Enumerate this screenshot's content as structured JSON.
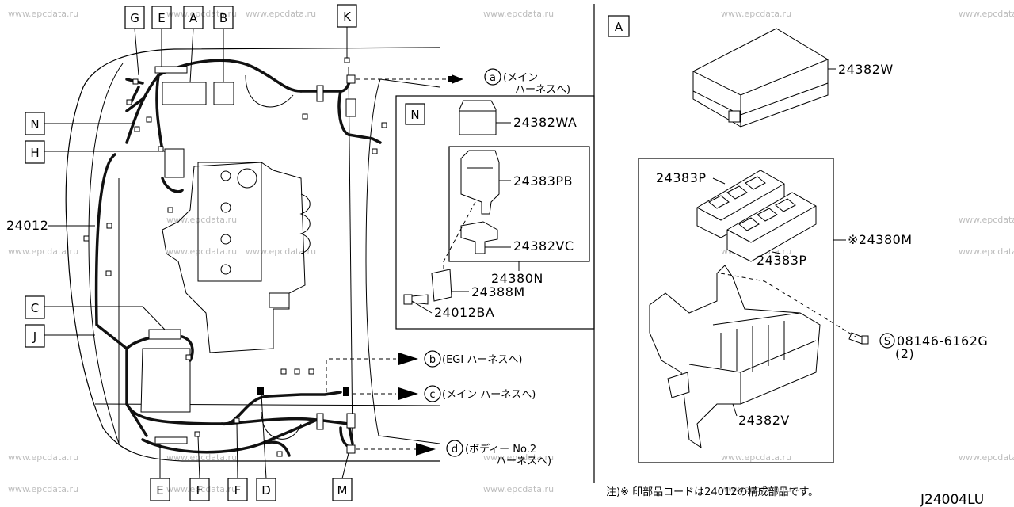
{
  "watermark": "www.epcdata.ru",
  "callouts": {
    "G": "G",
    "E_top": "E",
    "A_top": "A",
    "B": "B",
    "K": "K",
    "N": "N",
    "H": "H",
    "C": "C",
    "J": "J",
    "E_bottom": "E",
    "F_1": "F",
    "F_2": "F",
    "D": "D",
    "M": "M",
    "A_panel": "A",
    "N_panel": "N"
  },
  "part_numbers": {
    "p24012": "24012",
    "p24382W": "24382W",
    "p24382WA": "24382WA",
    "p24383PB": "24383PB",
    "p24382VC": "24382VC",
    "p24380N": "24380N",
    "p24388M": "24388M",
    "p24012BA": "24012BA",
    "p24383P_a": "24383P",
    "p24383P_b": "24383P",
    "p24380M": "※24380M",
    "p08146": "08146-6162G",
    "p08146_qty": "(2)",
    "p24382V": "24382V"
  },
  "destinations": {
    "a_letter": "a",
    "a_line1": "(メイン",
    "a_line2": "ハーネスへ)",
    "b_letter": "b",
    "b_line1": "(EGI ハーネスへ)",
    "c_letter": "c",
    "c_line1": "(メイン ハーネスへ)",
    "d_letter": "d",
    "d_line1": "(ボディー No.2",
    "d_line2": "ハーネスへ)"
  },
  "bolt_symbol": "S",
  "footer": {
    "note": "注)※ 印部品コードは24012の構成部品です。",
    "diagram_code": "J24004LU"
  }
}
